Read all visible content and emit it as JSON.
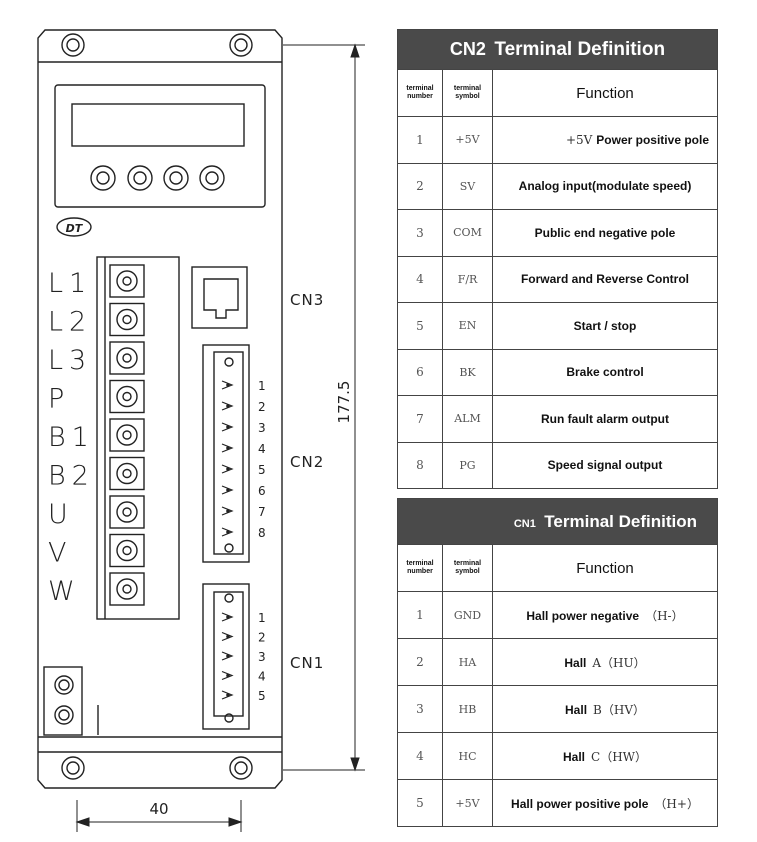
{
  "drawing": {
    "panel_logo": "DT",
    "terminal_labels": [
      "L1",
      "L2",
      "L3",
      "P",
      "B1",
      "B2",
      "U",
      "V",
      "W"
    ],
    "connector_labels": {
      "cn3": "CN3",
      "cn2": "CN2",
      "cn1": "CN1"
    },
    "cn2_pins": [
      "1",
      "2",
      "3",
      "4",
      "5",
      "6",
      "7",
      "8"
    ],
    "cn1_pins": [
      "1",
      "2",
      "3",
      "4",
      "5"
    ],
    "dim_height": "177.5",
    "dim_width": "40"
  },
  "cn2_table": {
    "title_prefix": "CN2",
    "title_text": "Terminal Definition",
    "col_number": "terminal number",
    "col_symbol": "terminal symbol",
    "col_function": "Function",
    "rows": [
      {
        "num": "1",
        "sym": "+5V",
        "func_a": "+5V",
        "func_b": "Power positive pole"
      },
      {
        "num": "2",
        "sym": "SV",
        "func_a": "",
        "func_b": "Analog input(modulate speed)"
      },
      {
        "num": "3",
        "sym": "COM",
        "func_a": "",
        "func_b": "Public end negative pole"
      },
      {
        "num": "4",
        "sym": "F/R",
        "func_a": "",
        "func_b": "Forward and Reverse Control"
      },
      {
        "num": "5",
        "sym": "EN",
        "func_a": "",
        "func_b": "Start / stop"
      },
      {
        "num": "6",
        "sym": "BK",
        "func_a": "",
        "func_b": "Brake control"
      },
      {
        "num": "7",
        "sym": "ALM",
        "func_a": "",
        "func_b": "Run fault alarm output"
      },
      {
        "num": "8",
        "sym": "PG",
        "func_a": "",
        "func_b": "Speed signal output"
      }
    ]
  },
  "cn1_table": {
    "title_prefix": "CN1",
    "title_text": "Terminal Definition",
    "col_number": "terminal number",
    "col_symbol": "terminal symbol",
    "col_function": "Function",
    "rows": [
      {
        "num": "1",
        "sym": "GND",
        "func_a": "Hall power negative",
        "func_b": "（H-）"
      },
      {
        "num": "2",
        "sym": "HA",
        "func_a": "Hall",
        "func_b": "A（HU）"
      },
      {
        "num": "3",
        "sym": "HB",
        "func_a": "Hall",
        "func_b": "B（HV）"
      },
      {
        "num": "4",
        "sym": "HC",
        "func_a": "Hall",
        "func_b": "C（HW）"
      },
      {
        "num": "5",
        "sym": "+5V",
        "func_a": "Hall power positive pole",
        "func_b": "（H+）"
      }
    ]
  }
}
